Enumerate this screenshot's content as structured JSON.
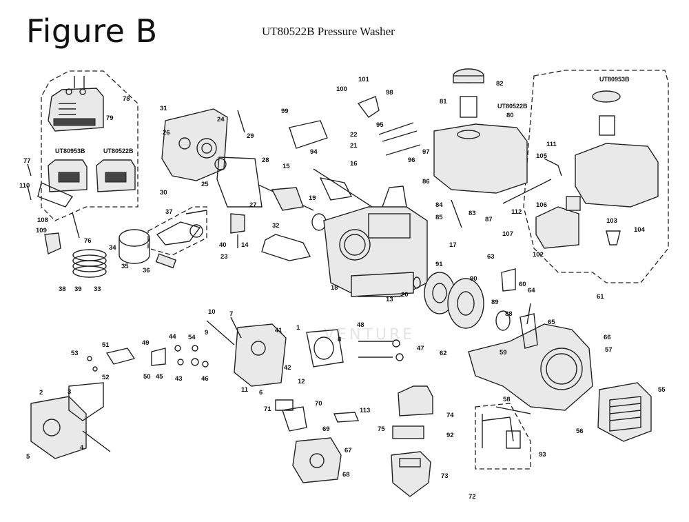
{
  "figure_title": "Figure B",
  "model_title": "UT80522B Pressure Washer",
  "watermark": "VENTURE",
  "group_labels": {
    "valve_cover_a": "UT80953B",
    "valve_cover_b": "UT80522B",
    "tank_main": "UT80522B",
    "tank_inset": "UT80953B"
  },
  "callouts": [
    "1",
    "2",
    "3",
    "4",
    "5",
    "6",
    "7",
    "8",
    "9",
    "10",
    "11",
    "12",
    "13",
    "14",
    "15",
    "16",
    "17",
    "18",
    "19",
    "20",
    "21",
    "22",
    "23",
    "24",
    "25",
    "26",
    "27",
    "28",
    "29",
    "30",
    "31",
    "32",
    "33",
    "34",
    "35",
    "36",
    "37",
    "38",
    "39",
    "40",
    "41",
    "42",
    "43",
    "44",
    "45",
    "46",
    "47",
    "48",
    "49",
    "50",
    "51",
    "52",
    "53",
    "54",
    "55",
    "56",
    "57",
    "58",
    "59",
    "60",
    "61",
    "62",
    "63",
    "64",
    "65",
    "66",
    "67",
    "68",
    "69",
    "70",
    "71",
    "72",
    "73",
    "74",
    "75",
    "76",
    "77",
    "78",
    "79",
    "80",
    "81",
    "82",
    "83",
    "84",
    "85",
    "86",
    "87",
    "88",
    "89",
    "90",
    "91",
    "92",
    "93",
    "94",
    "95",
    "96",
    "97",
    "98",
    "99",
    "100",
    "101",
    "102",
    "103",
    "104",
    "105",
    "106",
    "107",
    "108",
    "109",
    "110",
    "111",
    "112",
    "113"
  ]
}
